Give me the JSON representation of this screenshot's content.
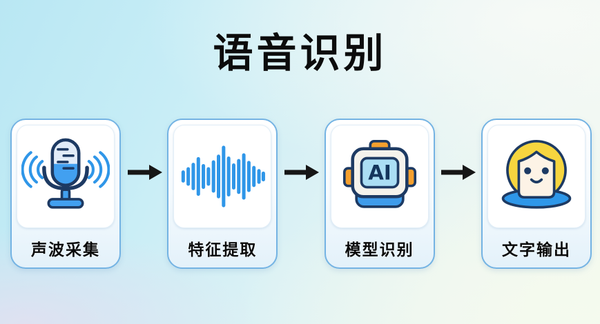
{
  "page": {
    "title": "语音识别"
  },
  "flow": {
    "steps": [
      {
        "label": "声波采集",
        "icon": "microphone-icon"
      },
      {
        "label": "特征提取",
        "icon": "waveform-icon"
      },
      {
        "label": "模型识别",
        "icon": "ai-robot-icon",
        "icon_text": "AI"
      },
      {
        "label": "文字输出",
        "icon": "face-icon"
      }
    ],
    "connector": "arrow-right"
  },
  "colors": {
    "outline_navy": "#1d3a63",
    "primary_blue": "#2f96e8",
    "mic_fill_blue": "#42a0f0",
    "mic_fill_light": "#e2ecf8",
    "robot_orange": "#f5a02e",
    "robot_head": "#f4f2ec",
    "robot_screen": "#abdef4",
    "robot_chin": "#3f9ceb",
    "hair_yellow": "#f6d53f",
    "face_cream": "#fdf3e6",
    "arrow_black": "#161616",
    "card_border": "#74b3e3",
    "background_cyan": "#bfe9f3"
  }
}
